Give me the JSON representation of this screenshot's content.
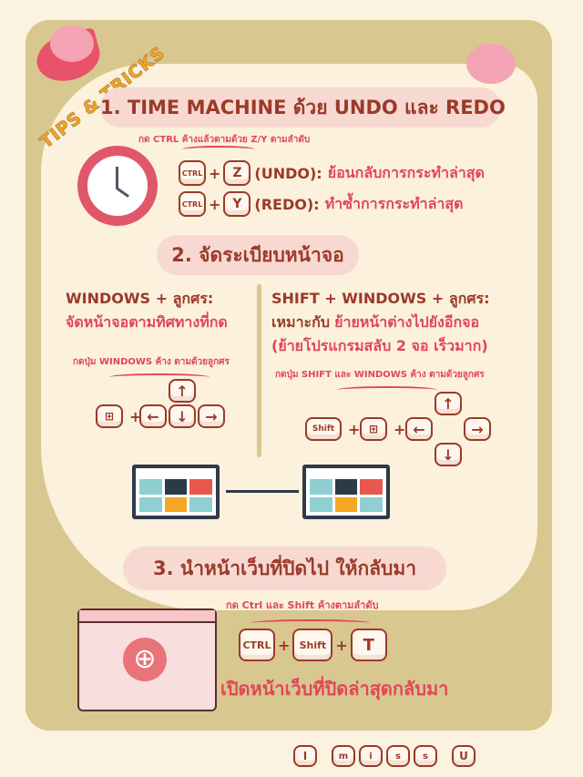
{
  "badge": "TIPS & TRICKS",
  "s1": {
    "title": "1. TIME MACHINE ด้วย UNDO และ REDO",
    "hint": "กด CTRL ค้างแล้วตามด้วย Z/Y ตามลำดับ",
    "undo": {
      "k1": "CTRL",
      "k2": "Z",
      "label": "(UNDO):",
      "desc": "ย้อนกลับการกระทำล่าสุด"
    },
    "redo": {
      "k1": "CTRL",
      "k2": "Y",
      "label": "(REDO):",
      "desc": "ทำซ้ำการกระทำล่าสุด"
    }
  },
  "s2": {
    "title": "2. จัดระเบียบหน้าจอ",
    "left": {
      "head": "WINDOWS + ลูกศร:",
      "desc": "จัดหน้าจอตามทิศทางที่กด",
      "hint": "กดปุ่ม WINDOWS ค้าง ตามด้วยลูกศร"
    },
    "right": {
      "head": "SHIFT + WINDOWS + ลูกศร:",
      "desc_a": "เหมาะกับ",
      "desc_b": "ย้ายหน้าต่างไปยังอีกจอ",
      "desc_c": "(ย้ายโปรแกรมสลับ 2 จอ เร็วมาก)",
      "hint": "กดปุ่ม SHIFT และ WINDOWS ค้าง ตามด้วยลูกศร",
      "shift": "Shift"
    }
  },
  "s3": {
    "title": "3. นำหน้าเว็บที่ปิดไป ให้กลับมา",
    "hint": "กด Ctrl และ Shift ค้างตามลำดับ",
    "k1": "CTRL",
    "k2": "Shift",
    "k3": "T",
    "desc": "เปิดหน้าเว็บที่ปิดล่าสุดกลับมา"
  },
  "footer_keys": [
    "I",
    "m",
    "i",
    "s",
    "s",
    "U"
  ]
}
